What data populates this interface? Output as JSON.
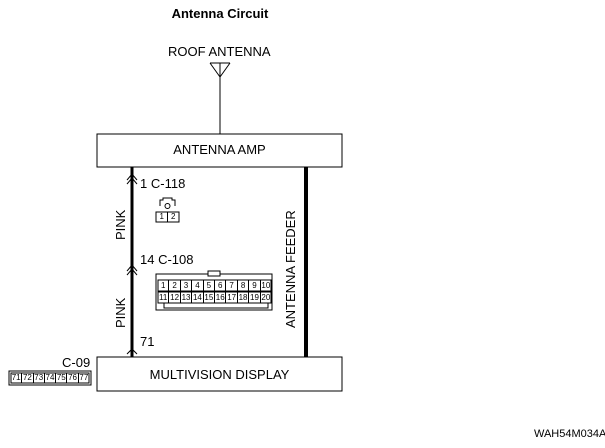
{
  "diagram": {
    "title": "Antenna Circuit",
    "roof_antenna_label": "ROOF ANTENNA",
    "antenna_amp_label": "ANTENNA AMP",
    "multivision_label": "MULTIVISION DISPLAY",
    "antenna_feeder_label": "ANTENNA FEEDER",
    "wire_color_upper": "PINK",
    "wire_color_lower": "PINK",
    "pin_amp": "1",
    "connector_amp": "C-118",
    "pin_mid": "14",
    "connector_mid": "C-108",
    "pin_display": "71",
    "connector_display": "C-09",
    "c118_pins": [
      "1",
      "2"
    ],
    "c108_pins_top": [
      "1",
      "2",
      "3",
      "4",
      "5",
      "6",
      "7",
      "8",
      "9",
      "10"
    ],
    "c108_pins_bottom": [
      "11",
      "12",
      "13",
      "14",
      "15",
      "16",
      "17",
      "18",
      "19",
      "20"
    ],
    "c09_pins": [
      "71",
      "72",
      "73",
      "74",
      "75",
      "76",
      "77"
    ],
    "reference_code": "WAH54M034A"
  }
}
